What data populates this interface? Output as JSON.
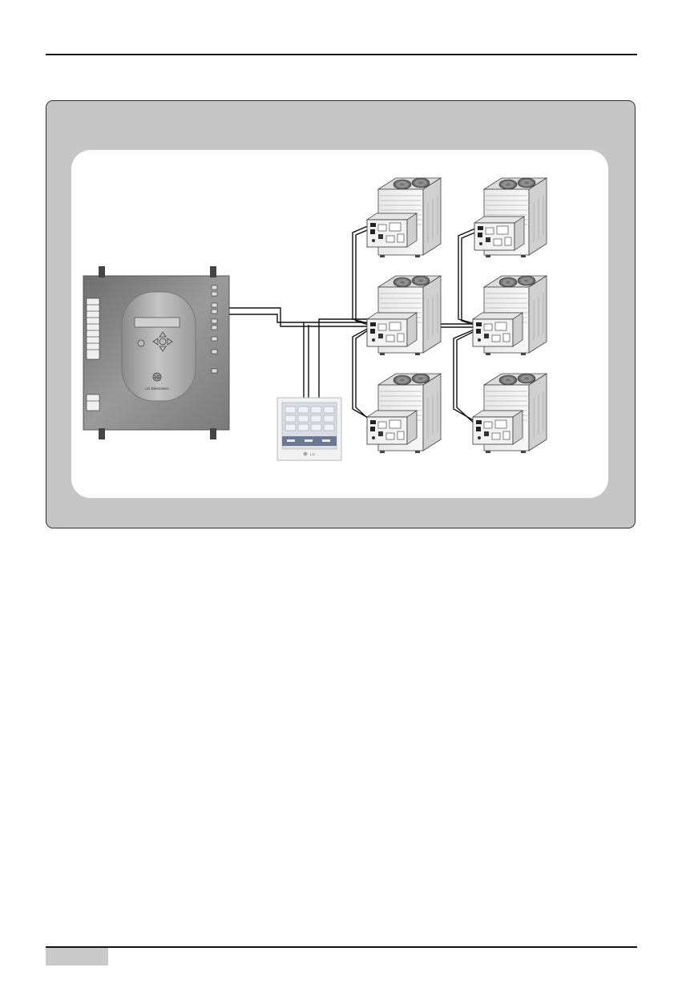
{
  "document": {
    "figure": {
      "controller": {
        "brand_mark": "LG",
        "brand_text": "LG Electronics"
      },
      "remote_controller": {
        "brand_mark": "LG"
      },
      "outdoor_unit_count": 6
    }
  }
}
